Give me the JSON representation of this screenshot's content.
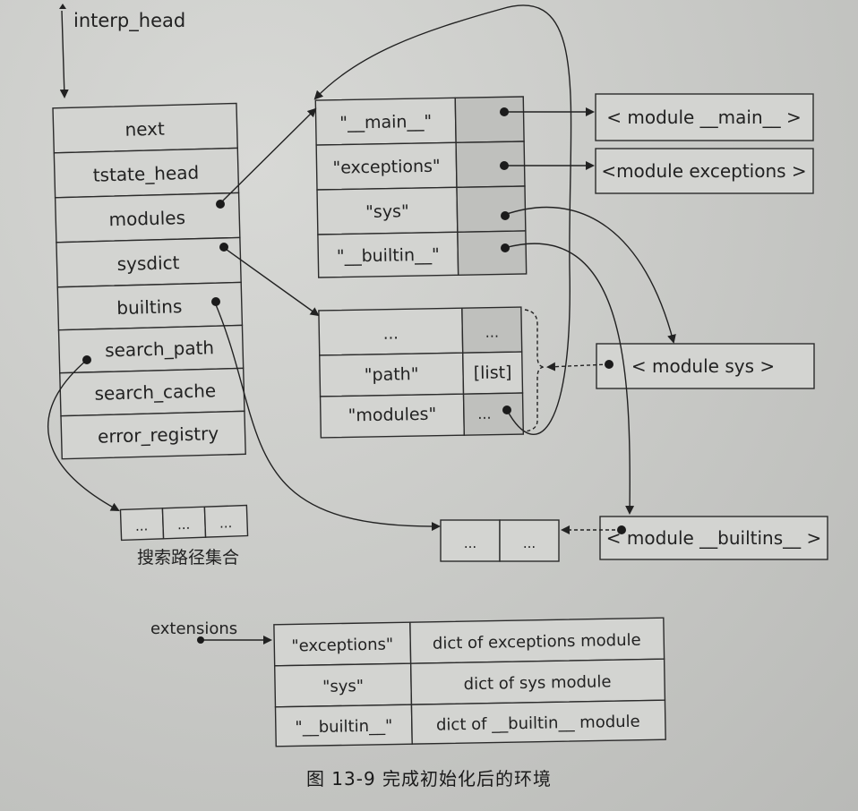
{
  "interp_head": "interp_head",
  "interp_fields": [
    "next",
    "tstate_head",
    "modules",
    "sysdict",
    "builtins",
    "search_path",
    "search_cache",
    "error_registry"
  ],
  "modules_dict": {
    "keys": [
      "\"__main__\"",
      "\"exceptions\"",
      "\"sys\"",
      "\"__builtin__\""
    ],
    "targets": [
      "< module __main__ >",
      "<module exceptions >"
    ]
  },
  "sys_dict": {
    "rows": [
      {
        "key": "...",
        "value": "..."
      },
      {
        "key": "\"path\"",
        "value": "[list]"
      },
      {
        "key": "\"modules\"",
        "value": "..."
      }
    ]
  },
  "module_sys": "< module sys >",
  "module_builtins": "< module __builtins__ >",
  "builtins_dict": [
    "...",
    "..."
  ],
  "search_path_set": {
    "cells": [
      "...",
      "...",
      "..."
    ],
    "label": "搜索路径集合"
  },
  "extensions": {
    "label": "extensions",
    "rows": [
      {
        "key": "\"exceptions\"",
        "value": "dict of exceptions module"
      },
      {
        "key": "\"sys\"",
        "value": "dict of sys module"
      },
      {
        "key": "\"__builtin__\"",
        "value": "dict of __builtin__ module"
      }
    ]
  },
  "caption": "图 13-9    完成初始化后的环境"
}
